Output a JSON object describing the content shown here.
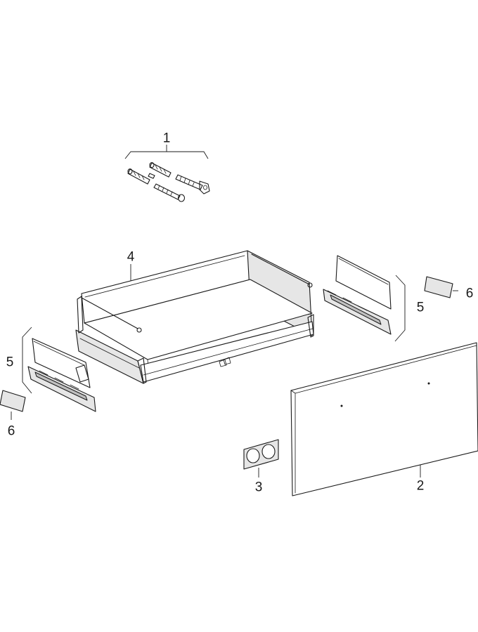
{
  "diagram": {
    "callouts": {
      "fixing_set": "1",
      "front_panel": "2",
      "clip": "3",
      "drawer_body": "4",
      "runner_right": "5",
      "runner_left": "5",
      "end_cap_right": "6",
      "end_cap_left": "6"
    }
  }
}
